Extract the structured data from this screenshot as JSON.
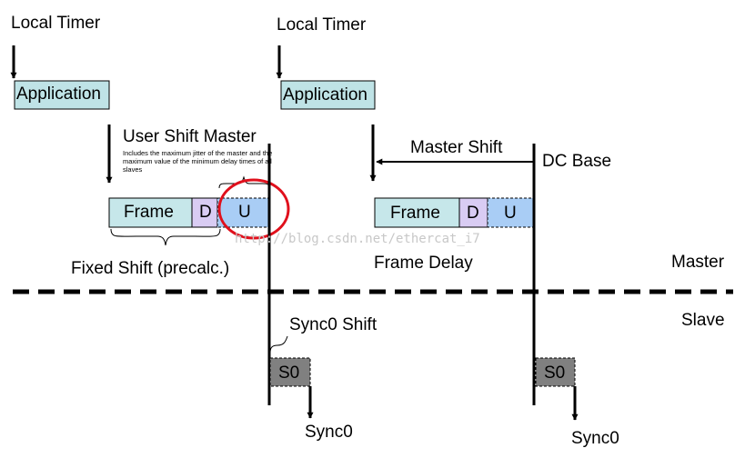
{
  "left": {
    "local_timer": "Local Timer",
    "application": "Application",
    "user_shift_master": "User Shift Master",
    "user_shift_note": "Includes the maximum jitter of the master and the maximum value of the minimum delay times of all slaves",
    "frame": "Frame",
    "d": "D",
    "u": "U",
    "fixed_shift": "Fixed Shift (precalc.)",
    "sync0_shift": "Sync0 Shift",
    "s0": "S0",
    "sync0": "Sync0"
  },
  "right": {
    "local_timer": "Local Timer",
    "application": "Application",
    "master_shift": "Master Shift",
    "dc_base": "DC Base",
    "frame": "Frame",
    "d": "D",
    "u": "U",
    "frame_delay": "Frame Delay",
    "s0": "S0",
    "sync0": "Sync0"
  },
  "master_label": "Master",
  "slave_label": "Slave",
  "watermark": "http://blog.csdn.net/ethercat_i7",
  "colors": {
    "application_fill": "#bfe3e6",
    "frame_fill": "#c6e7ea",
    "d_fill": "#d9ccf3",
    "u_fill": "#a9cdf5",
    "s0_fill": "#808080",
    "highlight_circle": "#e0101c"
  }
}
